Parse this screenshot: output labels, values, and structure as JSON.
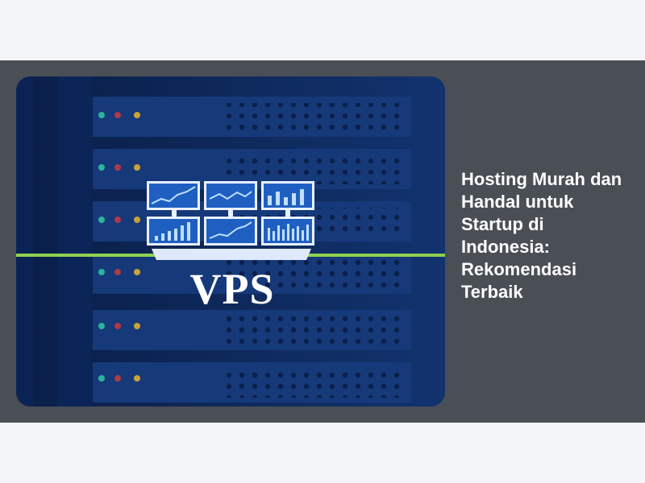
{
  "article": {
    "title": "Hosting Murah dan Handal untuk Startup di Indonesia: Rekomendasi Terbaik",
    "image": {
      "caption_text": "VPS",
      "icon": "vps-server-rack-illustration"
    }
  },
  "colors": {
    "page_background": "#f4f5f7",
    "band_background": "#4a4e55",
    "image_background": "#0f2b63",
    "accent_line": "#8fd14f",
    "title_text": "#ffffff"
  }
}
